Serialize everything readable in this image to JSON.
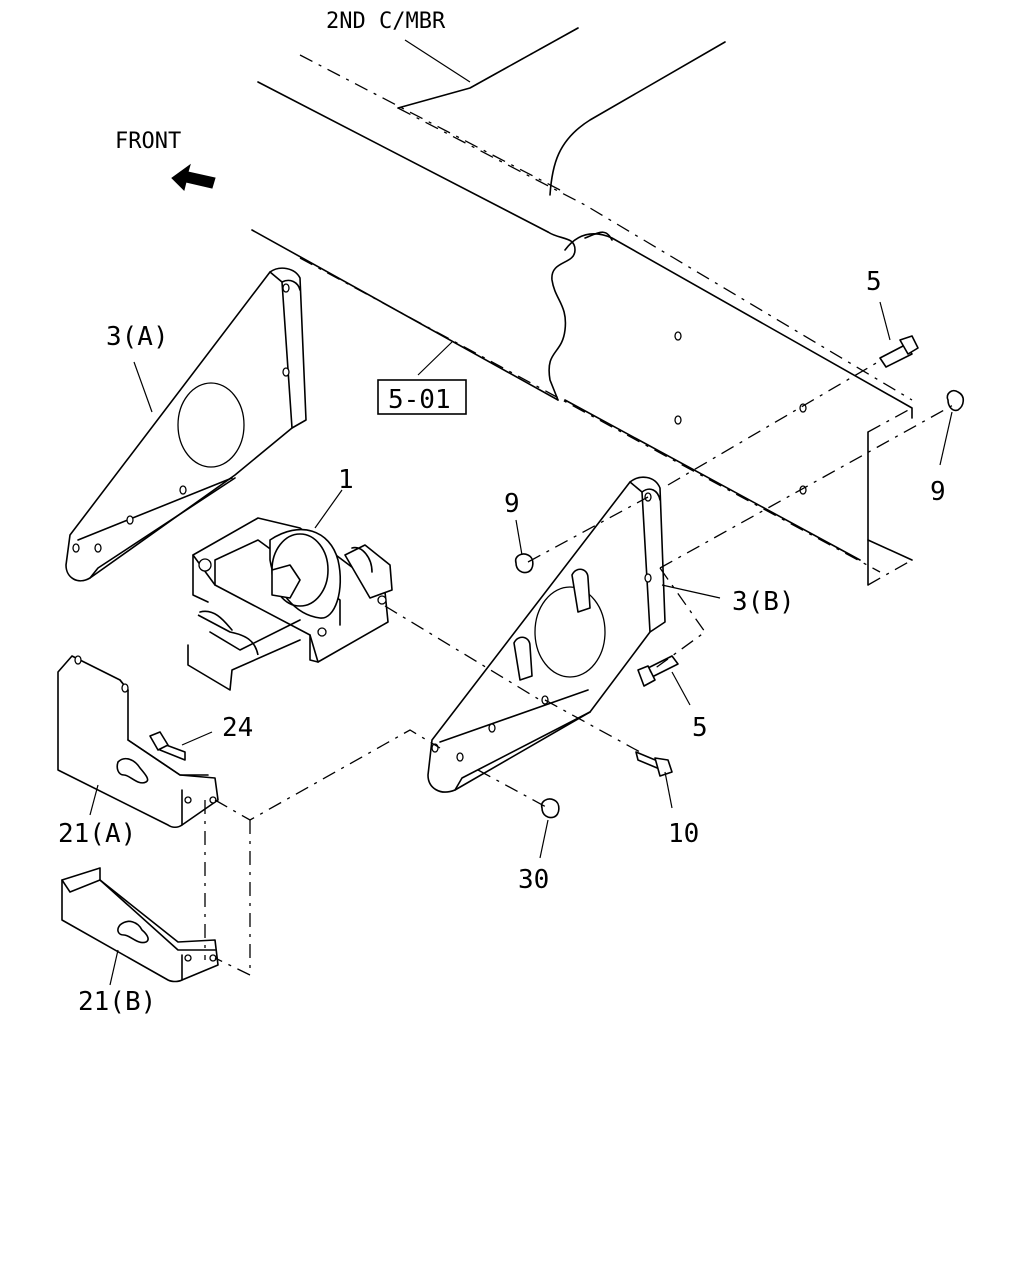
{
  "callouts": {
    "crossmember": "2ND C/MBR",
    "front": "FRONT",
    "ref_box": "5-01",
    "bracket_a": "3(A)",
    "bracket_b": "3(B)",
    "bracket_b_label_suffix": "",
    "item_1": "1",
    "bolt_5_top": "5",
    "bolt_5_mid": "5",
    "nut_9_right": "9",
    "nut_9_left": "9",
    "bolt_24": "24",
    "bolt_10": "10",
    "nut_30": "30",
    "cover_21a": "21(A)",
    "cover_21b": "21(B)"
  },
  "icons": [
    "front-arrow-icon"
  ]
}
